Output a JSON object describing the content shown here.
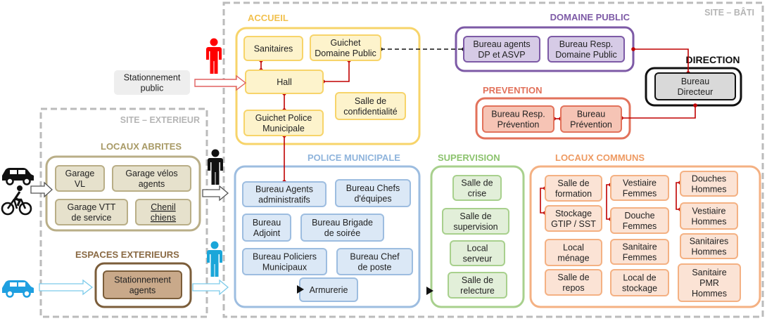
{
  "sites": {
    "bati": "SITE – BÂTI",
    "exterieur": "SITE – EXTERIEUR"
  },
  "groups": {
    "accueil": "ACCUEIL",
    "domaine_public": "DOMAINE PUBLIC",
    "direction": "DIRECTION",
    "prevention": "PREVENTION",
    "police": "POLICE MUNICIPALE",
    "supervision": "SUPERVISION",
    "locaux_communs": "LOCAUX COMMUNS",
    "locaux_abrites": "LOCAUX ABRITES",
    "espaces_exterieurs": "ESPACES EXTERIEURS"
  },
  "rooms": {
    "sanitaires": [
      "Sanitaires"
    ],
    "guichet_dp": [
      "Guichet",
      "Domaine Public"
    ],
    "hall": [
      "Hall"
    ],
    "salle_conf": [
      "Salle de",
      "confidentialité"
    ],
    "guichet_pm": [
      "Guichet Police",
      "Municipale"
    ],
    "bureau_agents_dp": [
      "Bureau agents",
      "DP et ASVP"
    ],
    "bureau_resp_dp": [
      "Bureau Resp.",
      "Domaine Public"
    ],
    "bureau_directeur": [
      "Bureau",
      "Directeur"
    ],
    "bureau_resp_prev": [
      "Bureau Resp.",
      "Prévention"
    ],
    "bureau_prev": [
      "Bureau",
      "Prévention"
    ],
    "bureau_agents_adm": [
      "Bureau Agents",
      "administratifs"
    ],
    "bureau_chefs_equipes": [
      "Bureau Chefs",
      "d'équipes"
    ],
    "bureau_adjoint": [
      "Bureau",
      "Adjoint"
    ],
    "bureau_brigade": [
      "Bureau Brigade",
      "de soirée"
    ],
    "bureau_policiers": [
      "Bureau Policiers",
      "Municipaux"
    ],
    "bureau_chef_poste": [
      "Bureau Chef",
      "de poste"
    ],
    "armurerie": [
      "Armurerie"
    ],
    "salle_crise": [
      "Salle de",
      "crise"
    ],
    "salle_supervision": [
      "Salle de",
      "supervision"
    ],
    "local_serveur": [
      "Local",
      "serveur"
    ],
    "salle_relecture": [
      "Salle de",
      "relecture"
    ],
    "salle_formation": [
      "Salle de",
      "formation"
    ],
    "stockage_gtip": [
      "Stockage",
      "GTIP / SST"
    ],
    "local_menage": [
      "Local",
      "ménage"
    ],
    "salle_repos": [
      "Salle de",
      "repos"
    ],
    "vestiaire_femmes": [
      "Vestiaire",
      "Femmes"
    ],
    "douche_femmes": [
      "Douche",
      "Femmes"
    ],
    "sanitaire_femmes": [
      "Sanitaire",
      "Femmes"
    ],
    "local_stockage": [
      "Local de",
      "stockage"
    ],
    "douches_hommes": [
      "Douches",
      "Hommes"
    ],
    "vestiaire_hommes": [
      "Vestiaire",
      "Hommes"
    ],
    "sanitaires_hommes": [
      "Sanitaires",
      "Hommes"
    ],
    "sanitaire_pmr": [
      "Sanitaire",
      "PMR",
      "Hommes"
    ],
    "garage_vl": [
      "Garage",
      "VL"
    ],
    "garage_velos": [
      "Garage vélos",
      "agents"
    ],
    "garage_vtt": [
      "Garage VTT",
      "de service"
    ],
    "chenil": [
      "Chenil",
      "chiens"
    ],
    "stationnement_agents": [
      "Stationnement",
      "agents"
    ],
    "stationnement_public": [
      "Stationnement",
      "public"
    ]
  },
  "colors": {
    "accueil": "#f7d46a",
    "accueil_fill": "#fdf3cc",
    "dp": "#7d5aa6",
    "dp_fill": "#d6cbe6",
    "prevention": "#e2725b",
    "prevention_fill": "#f6c4b5",
    "police": "#9dbde0",
    "police_fill": "#dbe8f6",
    "police_title": "#8fb4dc",
    "supervision": "#a8d08d",
    "supervision_fill": "#e2efd9",
    "supervision_title": "#8cc36e",
    "communs": "#f4b183",
    "communs_fill": "#fbe3d5",
    "communs_title": "#ee9a62",
    "abrites": "#b9ae87",
    "abrites_fill": "#e6e1cc",
    "abrites_title": "#a89a66",
    "exterieurs": "#7b5d3a",
    "exterieurs_fill": "#c9a98a",
    "exterieurs_title": "#8a6a44",
    "site_border": "#bbbbbb",
    "connector": "#c00000",
    "person_red": "#ff0000",
    "person_black": "#111111",
    "person_blue": "#1aa6d9",
    "car_blue": "#1e9fe0"
  },
  "icons": [
    "person-red-icon",
    "person-black-icon",
    "person-blue-icon",
    "car-icon",
    "bike-icon",
    "car-blue-icon",
    "arrow-icon",
    "triangle-marker-icon"
  ]
}
